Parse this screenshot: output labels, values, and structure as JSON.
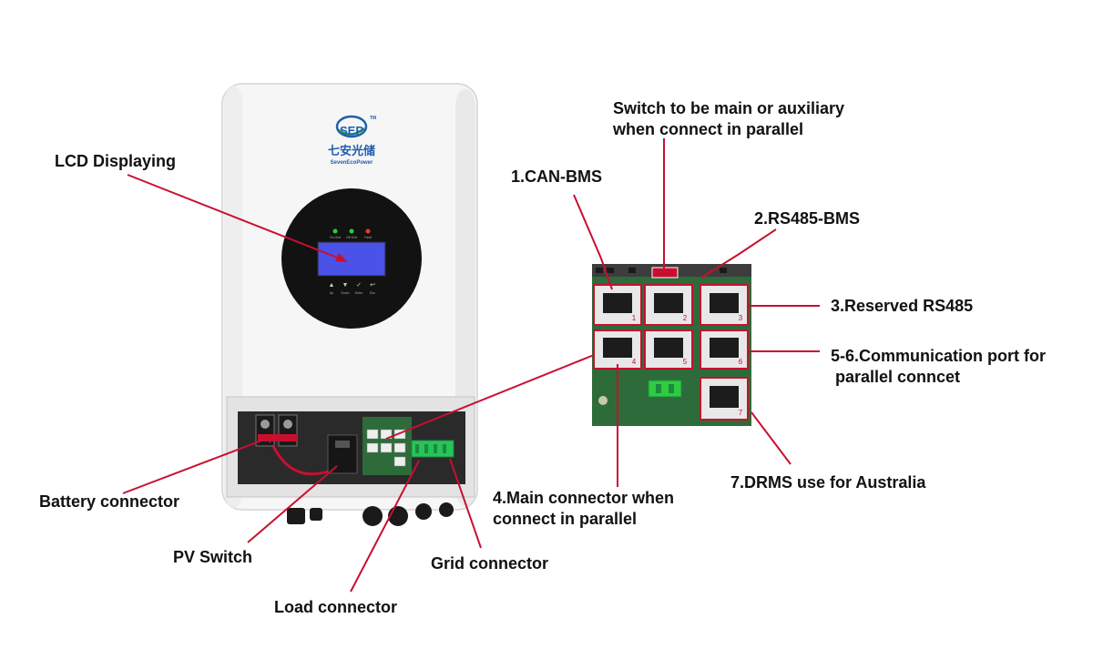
{
  "brand": {
    "logo_mark": "SEP",
    "tm": "TM",
    "name_cn": "七安光储",
    "name_en": "SevenEcoPower"
  },
  "display": {
    "led_labels": [
      "On Grid",
      "Off Grid",
      "Fault"
    ],
    "key_labels": [
      "Up",
      "Down",
      "Enter",
      "Esc"
    ]
  },
  "labels": {
    "lcd": "LCD Displaying",
    "switch": "Switch to be main or auxiliary\nwhen connect in parallel",
    "can_bms": "1.CAN-BMS",
    "rs485_bms": "2.RS485-BMS",
    "reserved_rs485": "3.Reserved RS485",
    "comm_port": "5-6.Communication port for\n parallel conncet",
    "drms": "7.DRMS use for Australia",
    "main_connector": "4.Main connector when\nconnect in parallel",
    "battery": "Battery connector",
    "pv_switch": "PV Switch",
    "grid": "Grid connector",
    "load": "Load connector"
  },
  "port_numbers": [
    "1",
    "2",
    "3",
    "4",
    "5",
    "6",
    "7"
  ],
  "colors": {
    "leader_line": "#c8102e",
    "board_green": "#2e6b3a",
    "lcd_blue": "#4a52e8",
    "display_circle": "#121212",
    "logo_blue": "#1f5fae",
    "logo_green": "#1f9a4a"
  }
}
